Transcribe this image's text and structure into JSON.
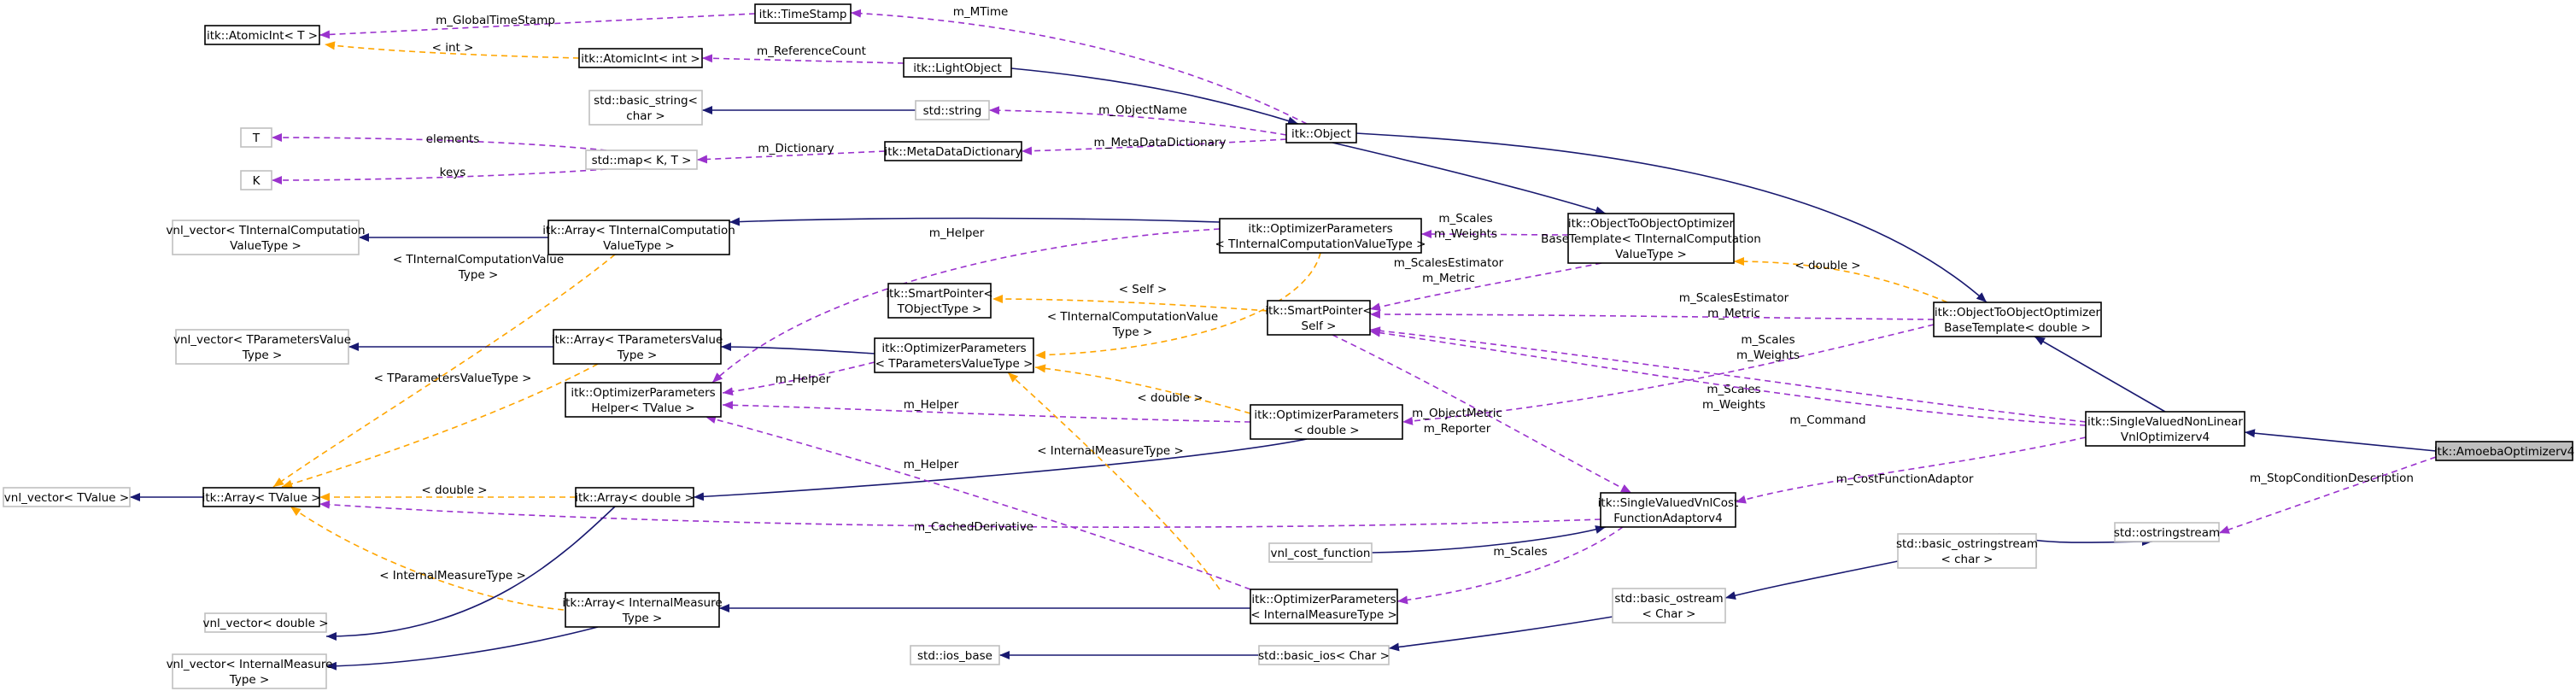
{
  "colors": {
    "inheritance": "#191970",
    "usage": "#9a32cd",
    "template": "#ffa500",
    "box_border": "#000000",
    "box_border_light": "#bfbfbf",
    "box_fill": "#ffffff",
    "highlight_fill": "#bfbfbf"
  },
  "nodes": [
    {
      "id": "amoeba",
      "lines": [
        "itk::AmoebaOptimizerv4"
      ],
      "style": "highlight"
    },
    {
      "id": "svnl",
      "lines": [
        "itk::SingleValuedNonLinear",
        "VnlOptimizerv4"
      ],
      "style": "normal"
    },
    {
      "id": "o2o_double",
      "lines": [
        "itk::ObjectToObjectOptimizer",
        "BaseTemplate< double >"
      ],
      "style": "normal"
    },
    {
      "id": "object",
      "lines": [
        "itk::Object"
      ],
      "style": "normal"
    },
    {
      "id": "lightobject",
      "lines": [
        "itk::LightObject"
      ],
      "style": "normal"
    },
    {
      "id": "atomicint_int",
      "lines": [
        "itk::AtomicInt< int >"
      ],
      "style": "normal"
    },
    {
      "id": "atomicint_t",
      "lines": [
        "itk::AtomicInt< T >"
      ],
      "style": "normal"
    },
    {
      "id": "timestamp",
      "lines": [
        "itk::TimeStamp"
      ],
      "style": "normal"
    },
    {
      "id": "stdstring",
      "lines": [
        "std::string"
      ],
      "style": "light"
    },
    {
      "id": "basic_string",
      "lines": [
        "std::basic_string<",
        "char >"
      ],
      "style": "light"
    },
    {
      "id": "metadict",
      "lines": [
        "itk::MetaDataDictionary"
      ],
      "style": "normal"
    },
    {
      "id": "stdmap",
      "lines": [
        "std::map< K, T >"
      ],
      "style": "light"
    },
    {
      "id": "T",
      "lines": [
        "T"
      ],
      "style": "light"
    },
    {
      "id": "K",
      "lines": [
        "K"
      ],
      "style": "light"
    },
    {
      "id": "o2o_tint",
      "lines": [
        "itk::ObjectToObjectOptimizer",
        "BaseTemplate< TInternalComputation",
        "ValueType >"
      ],
      "style": "normal"
    },
    {
      "id": "optparams_tint",
      "lines": [
        "itk::OptimizerParameters",
        "< TInternalComputationValueType >"
      ],
      "style": "normal"
    },
    {
      "id": "array_tint",
      "lines": [
        "itk::Array< TInternalComputation",
        "ValueType >"
      ],
      "style": "normal"
    },
    {
      "id": "vnl_tint",
      "lines": [
        "vnl_vector< TInternalComputation",
        "ValueType >"
      ],
      "style": "light"
    },
    {
      "id": "smartptr_self",
      "lines": [
        "itk::SmartPointer<",
        "Self >"
      ],
      "style": "normal"
    },
    {
      "id": "smartptr_tobj",
      "lines": [
        "itk::SmartPointer<",
        "TObjectType >"
      ],
      "style": "normal"
    },
    {
      "id": "optparams_tparams",
      "lines": [
        "itk::OptimizerParameters",
        "< TParametersValueType >"
      ],
      "style": "normal"
    },
    {
      "id": "array_tparams",
      "lines": [
        "itk::Array< TParametersValue",
        "Type >"
      ],
      "style": "normal"
    },
    {
      "id": "vnl_tparams",
      "lines": [
        "vnl_vector< TParametersValue",
        "Type >"
      ],
      "style": "light"
    },
    {
      "id": "optparams_helper",
      "lines": [
        "itk::OptimizerParameters",
        "Helper< TValue >"
      ],
      "style": "normal"
    },
    {
      "id": "optparams_double",
      "lines": [
        "itk::OptimizerParameters",
        "< double >"
      ],
      "style": "normal"
    },
    {
      "id": "array_tvalue",
      "lines": [
        "itk::Array< TValue >"
      ],
      "style": "normal"
    },
    {
      "id": "vnl_tvalue",
      "lines": [
        "vnl_vector< TValue >"
      ],
      "style": "light"
    },
    {
      "id": "array_double",
      "lines": [
        "itk::Array< double >"
      ],
      "style": "normal"
    },
    {
      "id": "svvnl_adaptor",
      "lines": [
        "itk::SingleValuedVnlCost",
        "FunctionAdaptorv4"
      ],
      "style": "normal"
    },
    {
      "id": "vnl_cost",
      "lines": [
        "vnl_cost_function"
      ],
      "style": "light"
    },
    {
      "id": "optparams_imt",
      "lines": [
        "itk::OptimizerParameters",
        "< InternalMeasureType >"
      ],
      "style": "normal"
    },
    {
      "id": "array_imt",
      "lines": [
        "itk::Array< InternalMeasure",
        "Type >"
      ],
      "style": "normal"
    },
    {
      "id": "vnl_double",
      "lines": [
        "vnl_vector< double >"
      ],
      "style": "light"
    },
    {
      "id": "vnl_imt",
      "lines": [
        "vnl_vector< InternalMeasure",
        "Type >"
      ],
      "style": "light"
    },
    {
      "id": "ostringstream",
      "lines": [
        "std::ostringstream"
      ],
      "style": "light"
    },
    {
      "id": "basic_ostringstream",
      "lines": [
        "std::basic_ostringstream",
        "< char >"
      ],
      "style": "light"
    },
    {
      "id": "basic_ostream",
      "lines": [
        "std::basic_ostream",
        "< Char >"
      ],
      "style": "light"
    },
    {
      "id": "basic_ios",
      "lines": [
        "std::basic_ios< Char >"
      ],
      "style": "light"
    },
    {
      "id": "ios_base",
      "lines": [
        "std::ios_base"
      ],
      "style": "light"
    }
  ],
  "edges": [
    {
      "id": "e_svnl_amoeba",
      "kind": "inheritance",
      "label": []
    },
    {
      "id": "e_ostr_amoeba",
      "kind": "usage",
      "label": [
        "m_StopConditionDescription"
      ]
    },
    {
      "id": "e_o2od_svnl",
      "kind": "inheritance",
      "label": []
    },
    {
      "id": "e_adaptor_svnl",
      "kind": "usage",
      "label": [
        "m_CostFunctionAdaptor"
      ]
    },
    {
      "id": "e_object_o2od",
      "kind": "inheritance",
      "label": []
    },
    {
      "id": "e_o2ot_o2od",
      "kind": "template",
      "label": [
        "< double >"
      ]
    },
    {
      "id": "e_sp_o2od",
      "kind": "usage",
      "label": [
        "m_ScalesEstimator",
        "m_Metric"
      ]
    },
    {
      "id": "e_opd_o2od",
      "kind": "usage",
      "label": [
        "m_Scales",
        "m_Weights"
      ]
    },
    {
      "id": "e_object_o2ot",
      "kind": "inheritance",
      "label": []
    },
    {
      "id": "e_sp_o2ot",
      "kind": "usage",
      "label": [
        "m_ScalesEstimator",
        "m_Metric"
      ]
    },
    {
      "id": "e_opt_o2ot",
      "kind": "usage",
      "label": [
        "m_Scales",
        "m_Weights"
      ]
    },
    {
      "id": "e_light_object",
      "kind": "inheritance",
      "label": []
    },
    {
      "id": "e_ts_object",
      "kind": "usage",
      "label": [
        "m_MTime"
      ]
    },
    {
      "id": "e_str_object",
      "kind": "usage",
      "label": [
        "m_ObjectName"
      ]
    },
    {
      "id": "e_md_object",
      "kind": "usage",
      "label": [
        "m_MetaDataDictionary"
      ]
    },
    {
      "id": "e_ai_light",
      "kind": "usage",
      "label": [
        "m_ReferenceCount"
      ]
    },
    {
      "id": "e_at_ts",
      "kind": "usage",
      "label": [
        "m_GlobalTimeStamp"
      ]
    },
    {
      "id": "e_at_ai",
      "kind": "template",
      "label": [
        "< int >"
      ]
    },
    {
      "id": "e_bs_str",
      "kind": "inheritance",
      "label": []
    },
    {
      "id": "e_map_md",
      "kind": "usage",
      "label": [
        "m_Dictionary"
      ]
    },
    {
      "id": "e_T_map",
      "kind": "usage",
      "label": [
        "elements"
      ]
    },
    {
      "id": "e_K_map",
      "kind": "usage",
      "label": [
        "keys"
      ]
    },
    {
      "id": "e_at_optt",
      "kind": "inheritance",
      "label": []
    },
    {
      "id": "e_helper_optt",
      "kind": "usage",
      "label": [
        "m_Helper"
      ]
    },
    {
      "id": "e_vt_at",
      "kind": "inheritance",
      "label": []
    },
    {
      "id": "e_atv_at",
      "kind": "template",
      "label": [
        "< TInternalComputationValue",
        "Type >"
      ]
    },
    {
      "id": "e_spt_sp",
      "kind": "template",
      "label": [
        "< Self >"
      ]
    },
    {
      "id": "e_sp_adaptor",
      "kind": "usage",
      "label": [
        "m_ObjectMetric",
        "m_Reporter"
      ]
    },
    {
      "id": "e_sp_svnl",
      "kind": "usage",
      "label": [
        "m_Scales",
        "m_Weights"
      ]
    },
    {
      "id": "e_sp_svnl2",
      "kind": "usage",
      "label": [
        "m_Command"
      ]
    },
    {
      "id": "e_atp_optp",
      "kind": "inheritance",
      "label": []
    },
    {
      "id": "e_helper_optp",
      "kind": "usage",
      "label": [
        "m_Helper"
      ]
    },
    {
      "id": "e_optp_optt",
      "kind": "template",
      "label": [
        "< TInternalComputationValue",
        "Type >"
      ]
    },
    {
      "id": "e_vtp_atp",
      "kind": "inheritance",
      "label": []
    },
    {
      "id": "e_atv_atp",
      "kind": "template",
      "label": [
        "< TParametersValueType >"
      ]
    },
    {
      "id": "e_optp_optd",
      "kind": "template",
      "label": [
        "< double >"
      ]
    },
    {
      "id": "e_helper_optd",
      "kind": "usage",
      "label": [
        "m_Helper"
      ]
    },
    {
      "id": "e_ad_optd",
      "kind": "inheritance",
      "label": []
    },
    {
      "id": "e_optp_optimt",
      "kind": "template",
      "label": [
        "< InternalMeasureType >"
      ]
    },
    {
      "id": "e_helper_optimt",
      "kind": "usage",
      "label": [
        "m_Helper"
      ]
    },
    {
      "id": "e_vtv_atv",
      "kind": "inheritance",
      "label": []
    },
    {
      "id": "e_atv_ad",
      "kind": "template",
      "label": [
        "< double >"
      ]
    },
    {
      "id": "e_atv_adaptor",
      "kind": "usage",
      "label": [
        "m_CachedDerivative"
      ]
    },
    {
      "id": "e_atv_aimt",
      "kind": "template",
      "label": [
        "< InternalMeasureType >"
      ]
    },
    {
      "id": "e_vd_ad",
      "kind": "inheritance",
      "label": []
    },
    {
      "id": "e_vcf_adaptor",
      "kind": "inheritance",
      "label": []
    },
    {
      "id": "e_optimt_adaptor",
      "kind": "usage",
      "label": [
        "m_Scales"
      ]
    },
    {
      "id": "e_aimt_optimt",
      "kind": "inheritance",
      "label": []
    },
    {
      "id": "e_vimt_aimt",
      "kind": "inheritance",
      "label": []
    },
    {
      "id": "e_bos_ostr",
      "kind": "inheritance",
      "label": []
    },
    {
      "id": "e_bo_bos",
      "kind": "inheritance",
      "label": []
    },
    {
      "id": "e_bi_bo",
      "kind": "inheritance",
      "label": []
    },
    {
      "id": "e_ib_bi",
      "kind": "inheritance",
      "label": []
    }
  ]
}
